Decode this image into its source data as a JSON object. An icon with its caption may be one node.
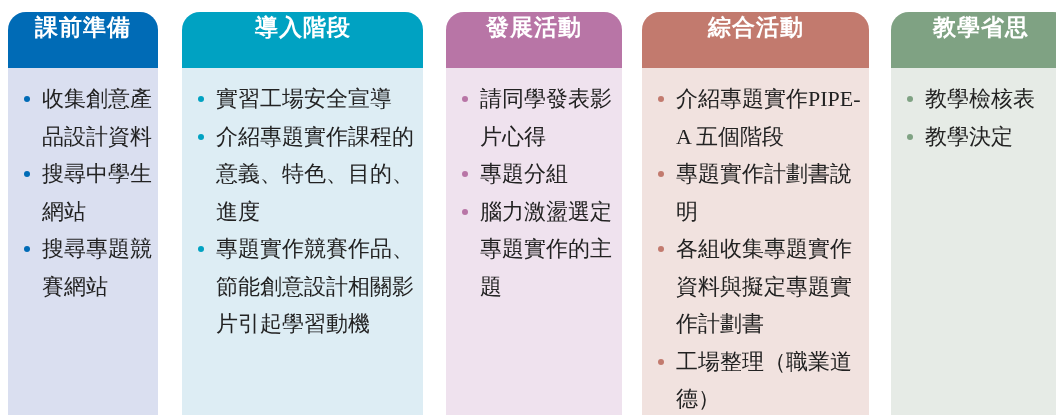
{
  "diagram": {
    "nodes": [
      {
        "text": [
          "課前準備",
          "收集創意產品設計資料",
          "搜尋中學生網站",
          "搜尋專題競賽網站"
        ]
      },
      {
        "text": [
          "導入階段",
          "實習工場安全宣導",
          "介紹專題實作課程的意義、特色、目的、進度",
          "專題實作競賽作品、節能創意設計相關影片引起學習動機"
        ]
      },
      {
        "text": [
          "發展活動",
          "請同學發表影片心得",
          "專題分組",
          "腦力激盪選定專題實作的主題"
        ]
      },
      {
        "text": [
          "綜合活動",
          "介紹專題實作PIPE-A 五個階段",
          "專題實作計劃書說明",
          "各組收集專題實作資料與擬定專題實作計劃書",
          "工場整理（職業道德）"
        ]
      },
      {
        "text": [
          "教學省思",
          "教學檢核表",
          "教學決定"
        ]
      }
    ],
    "edges": []
  }
}
